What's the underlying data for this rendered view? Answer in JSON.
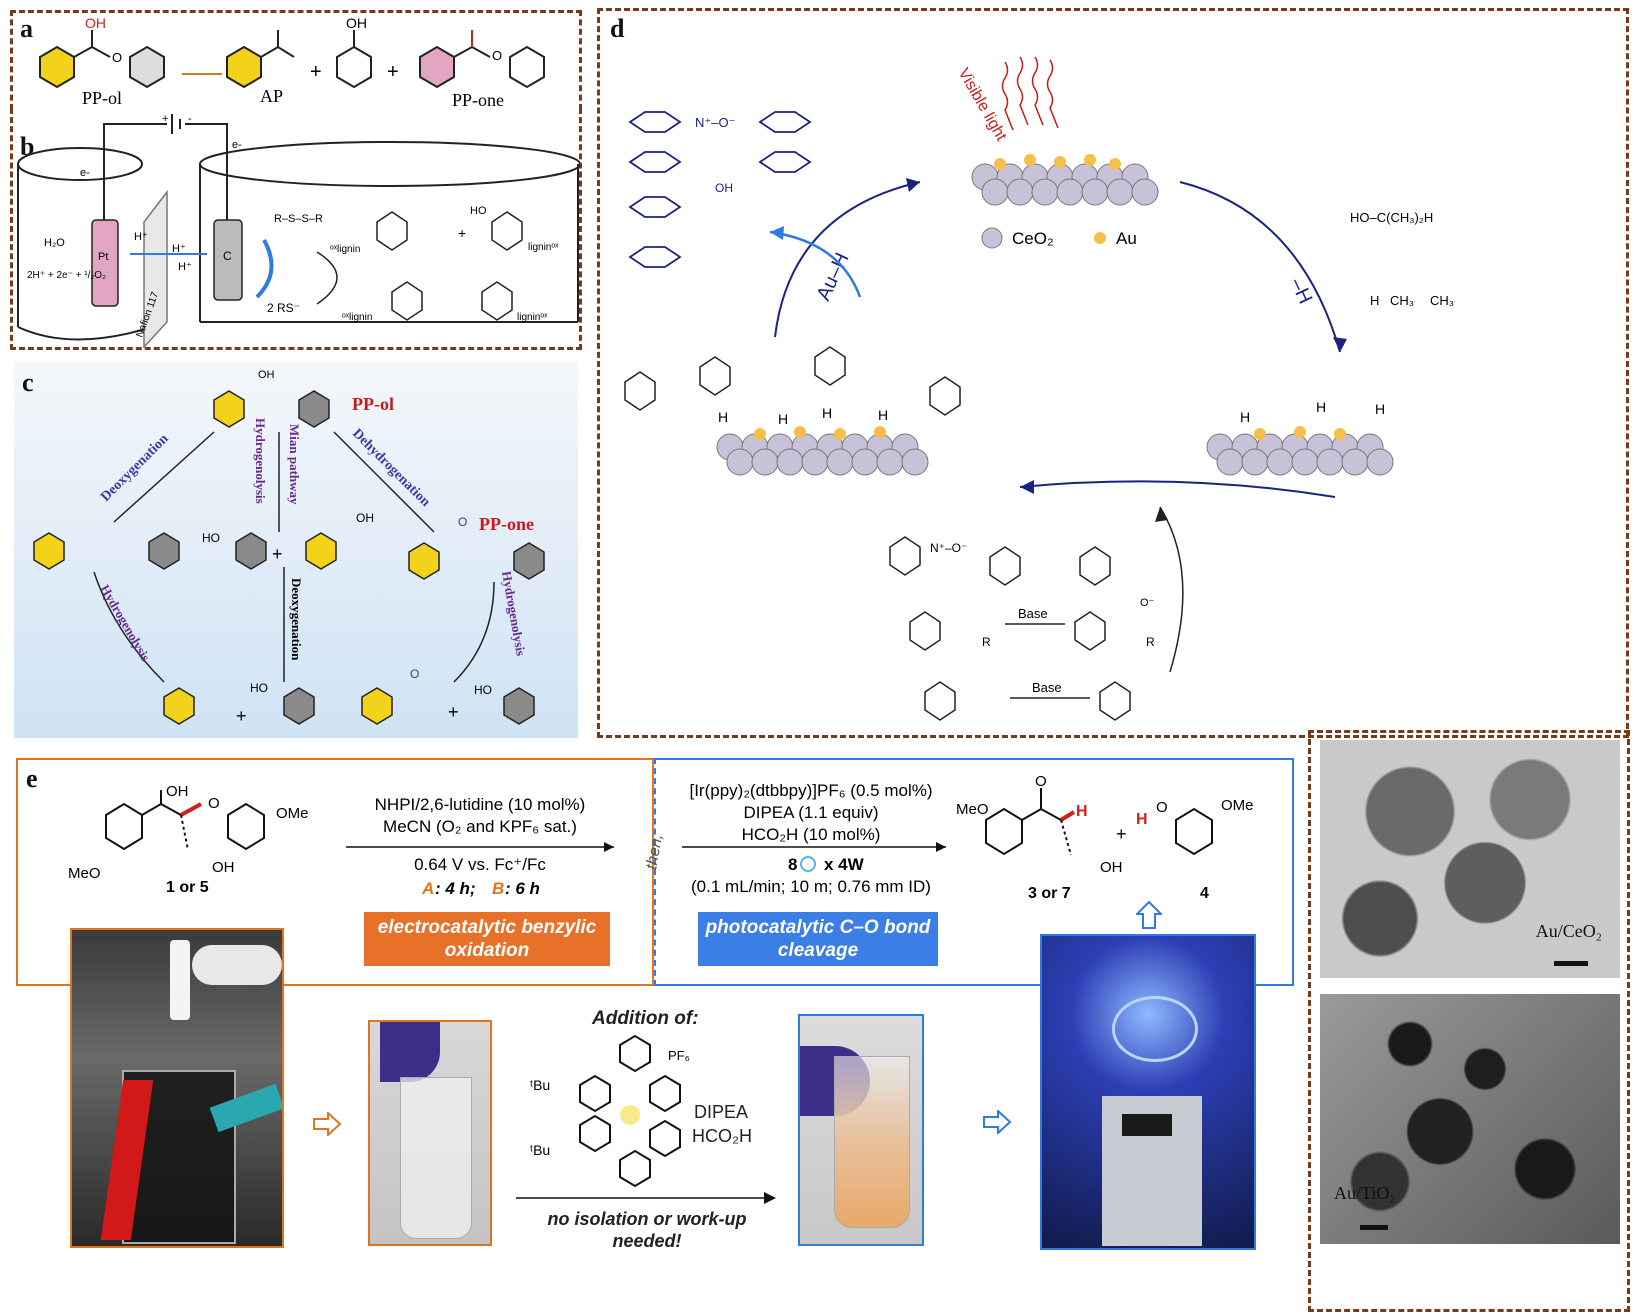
{
  "panels": {
    "a": {
      "label": "a",
      "pp_ol": "PP-ol",
      "ap": "AP",
      "pp_one": "PP-one",
      "oh": "OH",
      "plus": "+"
    },
    "b": {
      "label": "b",
      "h2o": "H₂O",
      "pt": "Pt",
      "c": "C",
      "hplus": "H⁺",
      "nafion": "Nafion 117",
      "eminus": "e-",
      "reaction": "2H⁺ + 2e⁻ + ¹/₂O₂",
      "rs": "2 RS⁻",
      "lignin1": "ᵒˣlignin",
      "lignin2": "ligninᵒˣ",
      "lignin3": "ᵒˣlignin",
      "lignin4": "ligninᵒˣ",
      "ho": "HO",
      "rss": "R–S–S–R",
      "plus": "+"
    },
    "c": {
      "label": "c",
      "pp_ol": "PP-ol",
      "pp_one": "PP-one",
      "deoxygenation": "Deoxygenation",
      "hydrogenolysis": "Hydrogenolysis",
      "mian": "Mian pathway",
      "dehydrogenation": "Dehydrogenation",
      "deoxygenation2": "Deoxygenation",
      "hydrogenolysis2": "Hydrogenolysis",
      "hydrogenolysis3": "Hydrogenolysis",
      "ho": "HO",
      "oh": "OH",
      "o": "O",
      "plus": "+"
    },
    "d": {
      "label": "d",
      "visible_light": "Visible light",
      "ceo2": "CeO₂",
      "au": "Au",
      "auh": "Au–H",
      "minush": "–H",
      "base": "Base",
      "base2": "Base",
      "ho_ch3": "HO–C(CH₃)₂H",
      "ch3": "CH₃",
      "h": "H",
      "oh": "OH",
      "n_oxide": "N⁺–O⁻",
      "r": "R",
      "o_minus": "O⁻"
    },
    "e": {
      "label": "e",
      "cond1": "NHPI/2,6-lutidine (10 mol%)",
      "cond2": "MeCN (O₂ and KPF₆ sat.)",
      "cond3": "0.64 V vs. Fc⁺/Fc",
      "cond4a": "A",
      "cond4a_t": ": 4 h;",
      "cond4b": "B",
      "cond4b_t": ": 6 h",
      "pcond1": "[Ir(ppy)₂(dtbbpy)]PF₆ (0.5 mol%)",
      "pcond2": "DIPEA (1.1 equiv)",
      "pcond3": "HCO₂H (10 mol%)",
      "pcond4": "x 4W",
      "pcond5": "(0.1 mL/min; 10 m; 0.76 mm ID)",
      "then": "then,",
      "sm_label": "1 or 5",
      "prod_label": "3 or 7",
      "prod2_label": "4",
      "badge1": "electrocatalytic benzylic oxidation",
      "badge2": "photocatalytic C–O bond cleavage",
      "addition": "Addition of:",
      "dipea": "DIPEA",
      "hco2h": "HCO₂H",
      "pf6": "PF₆",
      "tbu": "ᵗBu",
      "no_iso": "no isolation or work-up needed!",
      "ome": "OMe",
      "meo": "MeO",
      "oh": "OH",
      "eight": "8"
    },
    "tem": {
      "au_ceo2": "Au/CeO₂",
      "au_tio2": "Au/TiO₂"
    }
  },
  "colors": {
    "brown": "#7a3a1a",
    "orange": "#e0741f",
    "blue": "#2f7be0",
    "yellow": "#f2d21a",
    "gray": "#8a8a8a",
    "pink": "#e2a6c2",
    "navy": "#1a237e",
    "red": "#d21f1f"
  }
}
